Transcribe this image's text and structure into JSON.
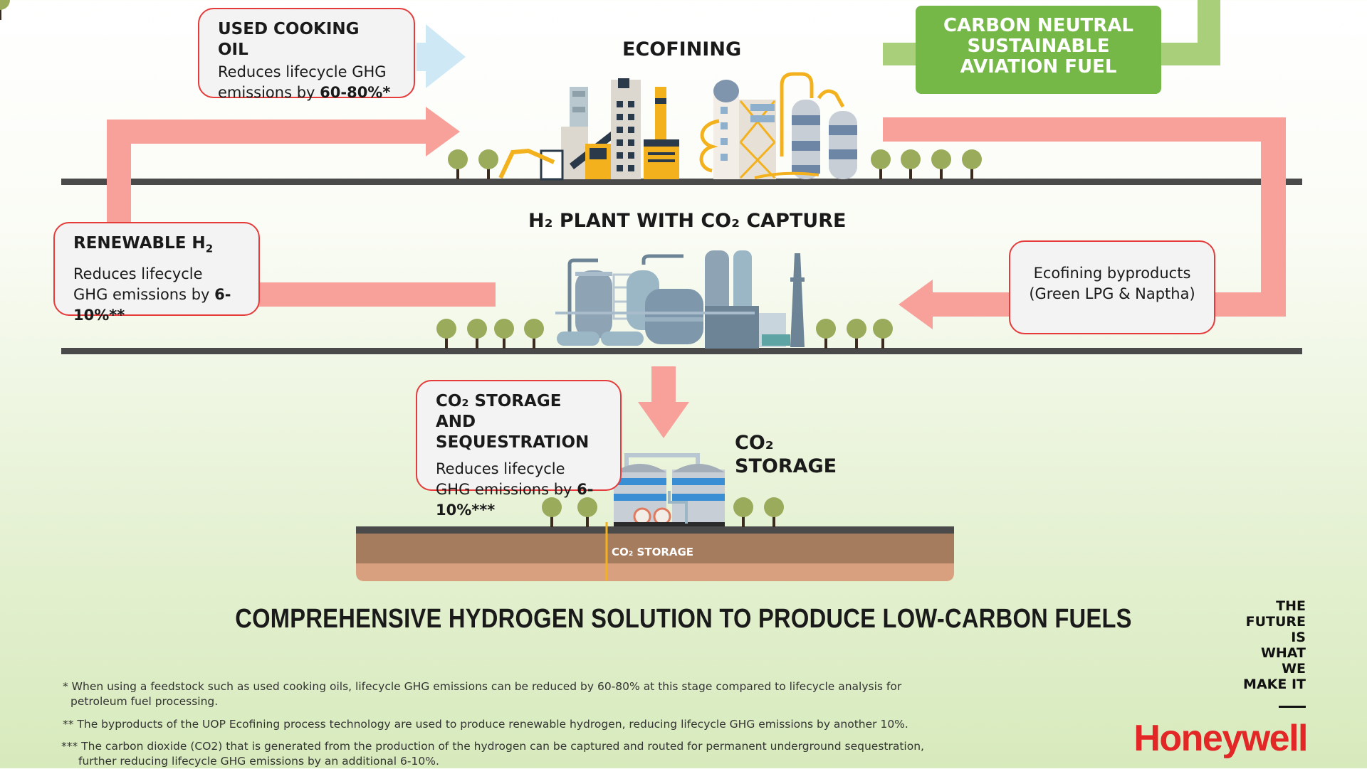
{
  "callouts": {
    "used_cooking_oil": {
      "title": "USED COOKING OIL",
      "body_prefix": "Reduces lifecycle GHG emissions by ",
      "body_value": "60-80%*"
    },
    "renewable_h2": {
      "title": "RENEWABLE H",
      "title_sub": "2",
      "body_prefix": "Reduces lifecycle GHG emissions by ",
      "body_value": "6-10%**"
    },
    "co2_storage": {
      "title": "CO₂ STORAGE AND SEQUESTRATION",
      "body_prefix": "Reduces lifecycle GHG emissions by ",
      "body_value": "6-10%***"
    },
    "byproducts": {
      "line1": "Ecofining byproducts",
      "line2": "(Green LPG & Naptha)"
    }
  },
  "labels": {
    "ecofining": "ECOFINING",
    "h2_plant": "H₂ PLANT WITH CO₂ CAPTURE",
    "co2_storage_line1": "CO₂",
    "co2_storage_line2": "STORAGE",
    "ground_co2_storage": "CO₂ STORAGE"
  },
  "saf_box": {
    "line1": "CARBON NEUTRAL",
    "line2": "SUSTAINABLE",
    "line3": "AVIATION FUEL"
  },
  "main_title": "COMPREHENSIVE HYDROGEN SOLUTION TO PRODUCE LOW-CARBON FUELS",
  "footnotes": {
    "f1_line1": "* When using a feedstock such as used cooking oils, lifecycle GHG emissions can be reduced by 60-80% at this stage compared to lifecycle analysis for",
    "f1_line2": "petroleum fuel processing.",
    "f2": "** The byproducts of the UOP Ecofining process technology are used to produce renewable hydrogen, reducing lifecycle GHG emissions by another 10%.",
    "f3_line1": "*** The carbon dioxide (CO2) that is generated from the production of the hydrogen can be captured and routed for permanent underground sequestration,",
    "f3_line2": "further reducing lifecycle GHG emissions by an additional 6-10%."
  },
  "tagline": [
    "THE",
    "FUTURE",
    "IS",
    "WHAT",
    "WE",
    "MAKE IT"
  ],
  "brand": "Honeywell",
  "colors": {
    "flow_arrow": "#f8a09a",
    "input_arrow": "#cfe8f6",
    "callout_border": "#e53b3b",
    "saf_green": "#76b847",
    "saf_connector": "#a9cf7a",
    "ground_line": "#4a4a4a",
    "brand_red": "#e32626"
  }
}
